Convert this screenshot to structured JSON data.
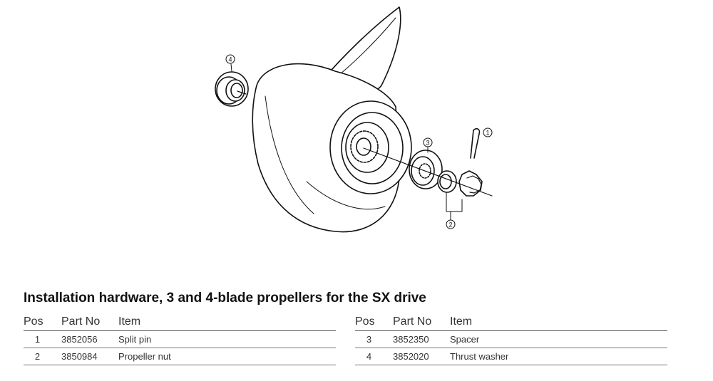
{
  "callouts": [
    "1",
    "2",
    "3",
    "4"
  ],
  "heading": "Installation hardware, 3 and 4-blade propellers for the SX drive",
  "table": {
    "headers": {
      "pos": "Pos",
      "part_no": "Part No",
      "item": "Item"
    },
    "left_rows": [
      {
        "pos": "1",
        "part_no": "3852056",
        "item": "Split pin"
      },
      {
        "pos": "2",
        "part_no": "3850984",
        "item": "Propeller nut"
      }
    ],
    "right_rows": [
      {
        "pos": "3",
        "part_no": "3852350",
        "item": "Spacer"
      },
      {
        "pos": "4",
        "part_no": "3852020",
        "item": "Thrust washer"
      }
    ]
  }
}
